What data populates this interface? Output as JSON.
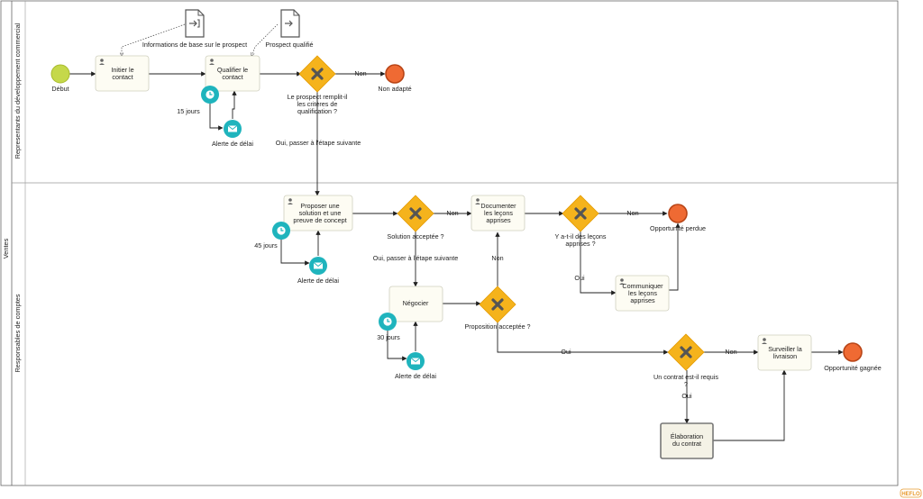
{
  "pool": {
    "label": "Ventes"
  },
  "lanes": [
    {
      "id": "lane1",
      "label": "Representants du développement commercial"
    },
    {
      "id": "lane2",
      "label": "Responsables de comptes"
    }
  ],
  "events": {
    "start": "Début",
    "end_not_fit": "Non adapté",
    "end_lost": "Opportunité perdue",
    "end_won": "Opportunité gagnée"
  },
  "tasks": {
    "initiate": [
      "Initier le",
      "contact"
    ],
    "qualify": [
      "Qualifier le",
      "contact"
    ],
    "propose": [
      "Proposer une",
      "solution et une",
      "preuve de concept"
    ],
    "document": [
      "Documenter",
      "les leçons",
      "apprises"
    ],
    "communicate": [
      "Communiquer",
      "les leçons",
      "apprises"
    ],
    "negotiate": [
      "Négocier"
    ],
    "monitor": [
      "Surveiller la",
      "livraison"
    ],
    "contract": [
      "Élaboration",
      "du contrat"
    ]
  },
  "gateways": {
    "g1": [
      "Le prospect remplit-il",
      "les critères de",
      "qualification ?"
    ],
    "g2": [
      "Solution acceptée ?"
    ],
    "g3": [
      "Y a-t-il des leçons",
      "apprises ?"
    ],
    "g4": [
      "Proposition acceptée ?"
    ],
    "g5": [
      "Un contrat est-il requis",
      "?"
    ]
  },
  "artifacts": {
    "doc1": "Informations de base sur le prospect",
    "doc2": "Prospect qualifié"
  },
  "timers": {
    "t1": "15 jours",
    "t2": "45 jours",
    "t3": "30 jours"
  },
  "messages": {
    "m1": "Alerte de délai",
    "m2": "Alerte de délai",
    "m3": "Alerte de délai"
  },
  "flow_labels": {
    "g1_no": "Non",
    "g1_yes": "Oui, passer à l'étape suivante",
    "g2_no": "Non",
    "g2_yes": "Oui, passer à l'étape suivante",
    "g3_no": "Non",
    "g3_yes": "Oui",
    "g4_no": "Non",
    "g4_yes": "Oui",
    "g5_no": "Non",
    "g5_yes": "Oui"
  },
  "branding": {
    "logo_text": "HEFLO"
  },
  "colors": {
    "start": "#c5d84a",
    "end": "#ef6a33",
    "gateway": "#f5b31c",
    "timer": "#1fb4bd"
  }
}
